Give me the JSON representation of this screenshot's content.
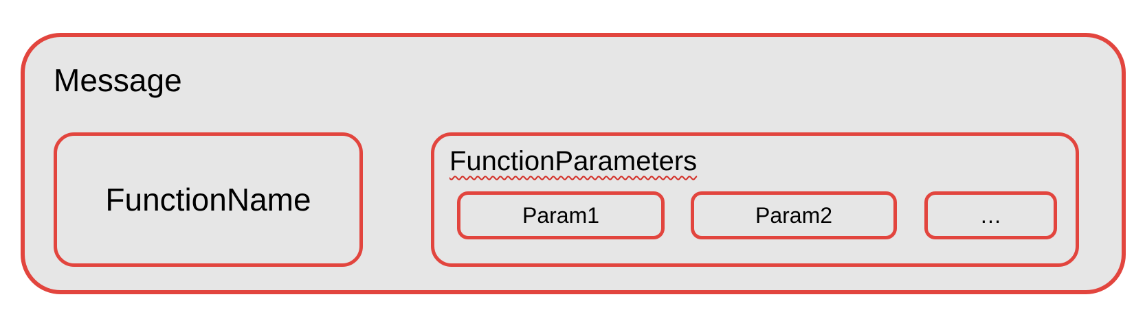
{
  "colors": {
    "accent_red": "#e2453e",
    "box_fill": "#e6e6e6",
    "canvas_bg": "#ffffff",
    "text": "#000000",
    "squiggle_red": "#d32f27"
  },
  "diagram": {
    "message": {
      "label": "Message"
    },
    "function_name": {
      "label": "FunctionName"
    },
    "function_parameters": {
      "label": "FunctionParameters",
      "params": [
        {
          "label": "Param1"
        },
        {
          "label": "Param2"
        },
        {
          "label": "…"
        }
      ]
    }
  }
}
